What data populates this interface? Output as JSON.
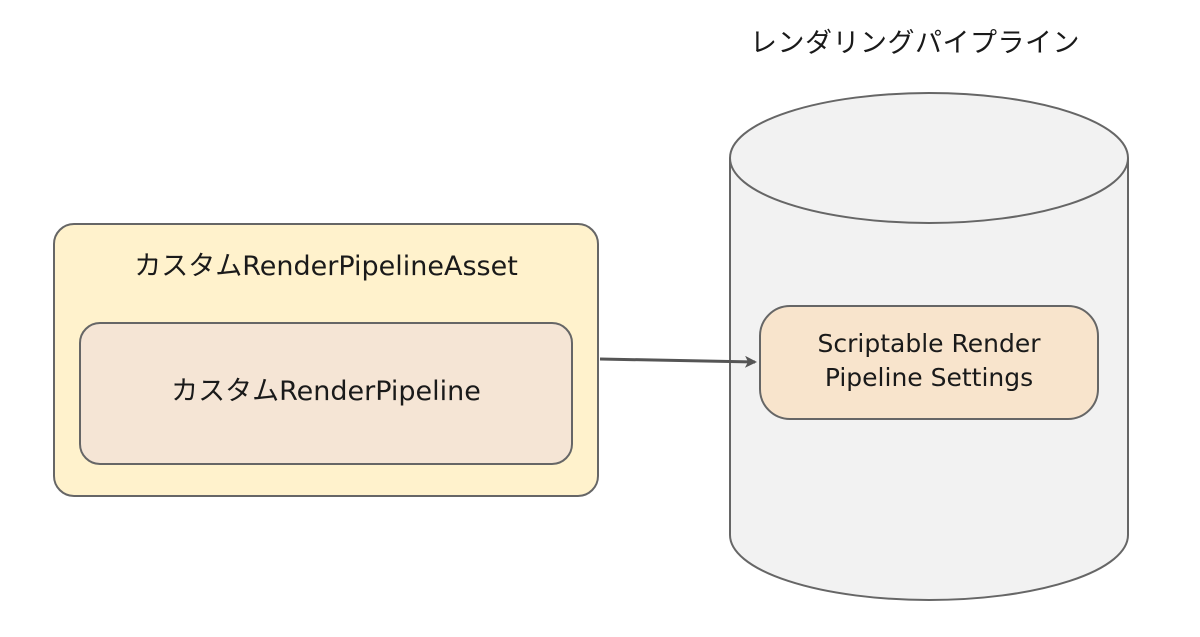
{
  "pipeline_container": {
    "title": "レンダリングパイプライン"
  },
  "asset_box": {
    "title": "カスタムRenderPipelineAsset",
    "inner_label": "カスタムRenderPipeline"
  },
  "settings_box": {
    "line1": "Scriptable Render",
    "line2": "Pipeline Settings"
  },
  "colors": {
    "asset_fill": "#fff2cc",
    "pipeline_fill": "#f5e5d5",
    "settings_fill": "#f8e4cc",
    "cylinder_fill": "#f2f2f2",
    "stroke": "#666666"
  }
}
